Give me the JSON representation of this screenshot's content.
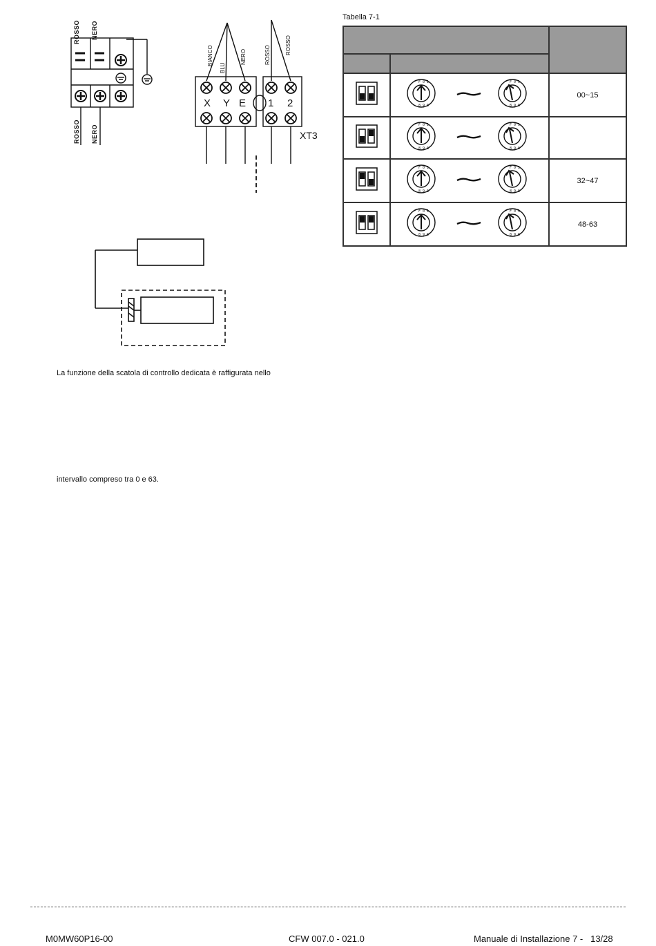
{
  "wiring": {
    "terminal_left_top_labels": [
      "ROSSO",
      "NERO"
    ],
    "terminal_left_bottom_labels": [
      "ROSSO",
      "NERO"
    ],
    "wire_labels": [
      "BIANCO",
      "BLU",
      "NERO",
      "ROSSO",
      "ROSSO"
    ],
    "terminal_letters": [
      "X",
      "Y",
      "E",
      "1",
      "2"
    ],
    "block_name": "XT3"
  },
  "table": {
    "caption": "Tabella 7-1",
    "rows": [
      {
        "range": "00~15"
      },
      {
        "range": ""
      },
      {
        "range": "32~47"
      },
      {
        "range": "48-63"
      }
    ]
  },
  "body": {
    "para1": "La funzione della scatola di controllo dedicata è raffigurata nello",
    "para2": "intervallo compreso tra 0 e 63."
  },
  "footer": {
    "left": "M0MW60P16-00",
    "center": "CFW 007.0 - 021.0",
    "right": "Manuale di Installazione 7 -   13/28"
  }
}
